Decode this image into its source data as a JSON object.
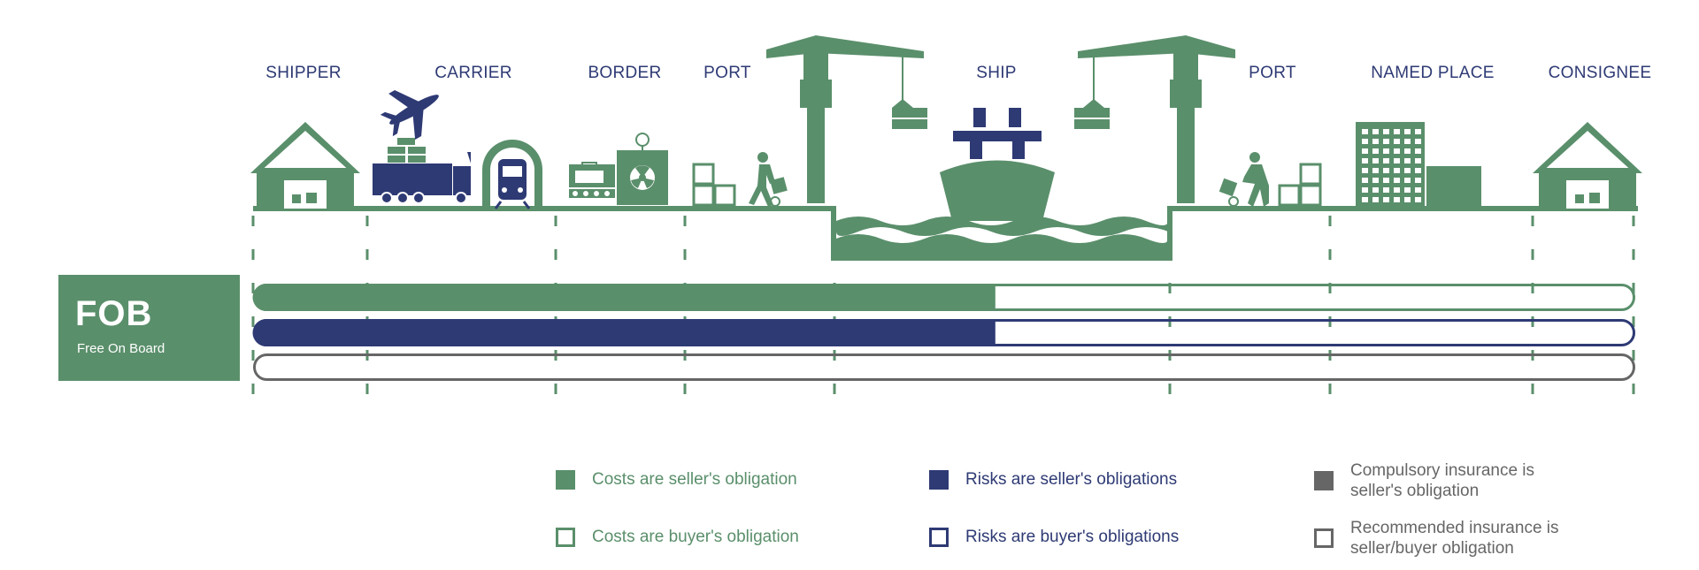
{
  "stages": [
    {
      "label": "SHIPPER"
    },
    {
      "label": "CARRIER"
    },
    {
      "label": "BORDER"
    },
    {
      "label": "PORT"
    },
    {
      "label": "SHIP"
    },
    {
      "label": "PORT"
    },
    {
      "label": "NAMED PLACE"
    },
    {
      "label": "CONSIGNEE"
    }
  ],
  "term": {
    "code": "FOB",
    "name": "Free On Board"
  },
  "bars": [
    {
      "kind": "costs",
      "seller_share": 0.537
    },
    {
      "kind": "risks",
      "seller_share": 0.537
    },
    {
      "kind": "insurance",
      "seller_share": 0
    }
  ],
  "legend": [
    {
      "text": "Costs are seller's obligation",
      "style": "filled",
      "color": "#5a8f6b"
    },
    {
      "text": "Risks are seller's obligations",
      "style": "filled",
      "color": "#2e3a74"
    },
    {
      "text": "Compulsory insurance is seller's obligation",
      "style": "filled",
      "color": "#666666"
    },
    {
      "text": "Costs are buyer's obligation",
      "style": "outline",
      "color": "#5a8f6b"
    },
    {
      "text": "Risks are buyer's obligations",
      "style": "outline",
      "color": "#2e3a74"
    },
    {
      "text": "Recommended insurance is seller/buyer obligation",
      "style": "outline",
      "color": "#666666"
    }
  ],
  "colors": {
    "green": "#5a8f6b",
    "navy": "#2e3a74",
    "gray": "#666666"
  }
}
